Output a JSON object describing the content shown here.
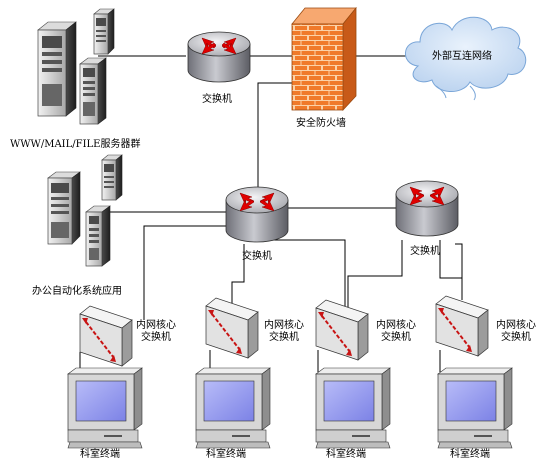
{
  "labels": {
    "switch_top": "交换机",
    "firewall": "安全防火墙",
    "internet": "外部互连网络",
    "server_group": "WWW/MAIL/FILE服务器群",
    "office_app": "办公自动化系统应用",
    "switch_core_left": "交换机",
    "switch_core_right": "交换机",
    "intranet_switch_1": "内网核心\n交换机",
    "intranet_switch_2": "内网核心\n交换机",
    "intranet_switch_3": "内网核心\n交换机",
    "intranet_switch_4": "内网核心\n交换机",
    "terminal_1": "科室终端",
    "terminal_2": "科室终端",
    "terminal_3": "科室终端",
    "terminal_4": "科室终端"
  },
  "colors": {
    "router_body": "#a9aab1",
    "router_top": "#d9dade",
    "router_arrow": "#e00000",
    "firewall": "#f07020",
    "cloud": "#cfe2f7",
    "screen": "#9aa0f0",
    "monitor": "#d7d7d7",
    "switch_box": "#e2e2e2"
  }
}
